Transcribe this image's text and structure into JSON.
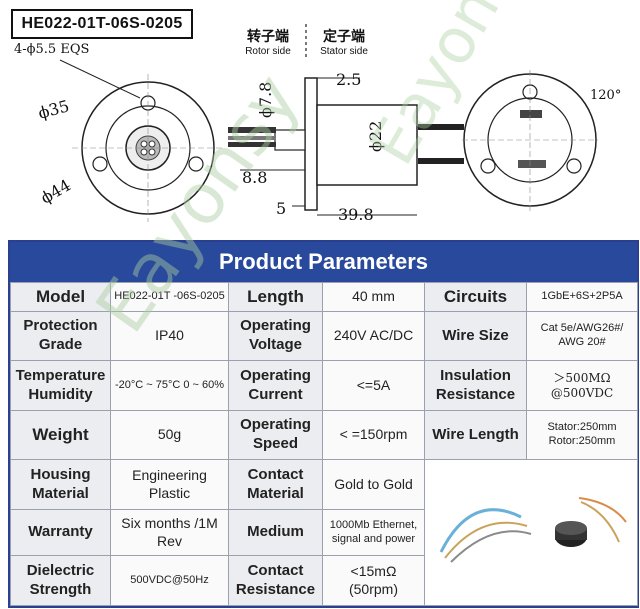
{
  "drawing": {
    "model": "HE022-01T-06S-0205",
    "holes_note": "4-ϕ5.5 EQS",
    "rotor_cn": "转子端",
    "rotor_en": "Rotor side",
    "stator_cn": "定子端",
    "stator_en": "Stator side",
    "dim_phi35": "ϕ35",
    "dim_phi44": "ϕ44",
    "dim_phi7_8": "ϕ7.8",
    "dim_2_5": "2.5",
    "dim_phi22": "ϕ22",
    "dim_8_8": "8.8",
    "dim_5": "5",
    "dim_39_8": "39.8",
    "angle_120": "120°"
  },
  "watermark": "Eayonsy",
  "params": {
    "title": "Product Parameters",
    "rows": [
      [
        {
          "k": "Model"
        },
        {
          "v": "HE022-01T -06S-0205"
        },
        {
          "k": "Length"
        },
        {
          "v": "40 mm"
        },
        {
          "k": "Circuits"
        },
        {
          "v": "1GbE+6S+2P5A"
        }
      ],
      [
        {
          "k": "Protection Grade"
        },
        {
          "v": "IP40"
        },
        {
          "k": "Operating Voltage"
        },
        {
          "v": "240V AC/DC"
        },
        {
          "k": "Wire Size"
        },
        {
          "v": "Cat 5e/AWG26#/ AWG 20#"
        }
      ],
      [
        {
          "k": "Temperature Humidity"
        },
        {
          "v": "-20°C ~ 75°C 0 ~ 60%"
        },
        {
          "k": "Operating Current"
        },
        {
          "v": "<=5A"
        },
        {
          "k": "Insulation Resistance"
        },
        {
          "v": "＞500MΩ @500VDC"
        }
      ],
      [
        {
          "k": "Weight"
        },
        {
          "v": "50g"
        },
        {
          "k": "Operating Speed"
        },
        {
          "v": "< =150rpm"
        },
        {
          "k": "Wire Length"
        },
        {
          "v": "Stator:250mm Rotor:250mm"
        }
      ],
      [
        {
          "k": "Housing Material"
        },
        {
          "v": "Engineering Plastic"
        },
        {
          "k": "Contact Material"
        },
        {
          "v": "Gold to Gold"
        }
      ],
      [
        {
          "k": "Warranty"
        },
        {
          "v": "Six months /1M Rev"
        },
        {
          "k": "Medium"
        },
        {
          "v": "1000Mb Ethernet, signal and power"
        }
      ],
      [
        {
          "k": "Dielectric Strength"
        },
        {
          "v": "500VDC@50Hz"
        },
        {
          "k": "Contact Resistance"
        },
        {
          "v": "<15mΩ (50rpm)"
        }
      ]
    ]
  }
}
